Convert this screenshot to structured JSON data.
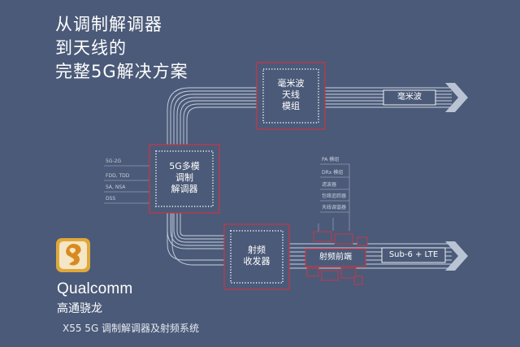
{
  "headline": {
    "line1": "从调制解调器",
    "line2": "到天线的",
    "line3": "完整5G解决方案"
  },
  "chips": {
    "mmwave": {
      "line1": "毫米波",
      "line2": "天线",
      "line3": "模组"
    },
    "modem": {
      "line1": "5G多模",
      "line2": "调制",
      "line3": "解调器"
    },
    "transceiver": {
      "line1": "射频",
      "line2": "收发器"
    },
    "rffe": {
      "label": "射频前端"
    }
  },
  "modem_features": [
    "5G-2G",
    "FDD, TDD",
    "SA, NSA",
    "DSS"
  ],
  "rffe_components": [
    "PA 模组",
    "DRx 模组",
    "滤波器",
    "包络追踪器",
    "天线调谐器"
  ],
  "outputs": {
    "mmwave": "毫米波",
    "sub6": "Sub-6 + LTE"
  },
  "brand": {
    "name": "Qualcomm",
    "name_cn": "高通骁龙",
    "caption": "X55 5G  调制解调器及射频系统"
  },
  "colors": {
    "background": "#4b5a78",
    "accent": "#c0394a",
    "lines": "#c9d2e0",
    "logo": "#e0a83a"
  },
  "icons": [
    "snapdragon-logo-icon"
  ]
}
